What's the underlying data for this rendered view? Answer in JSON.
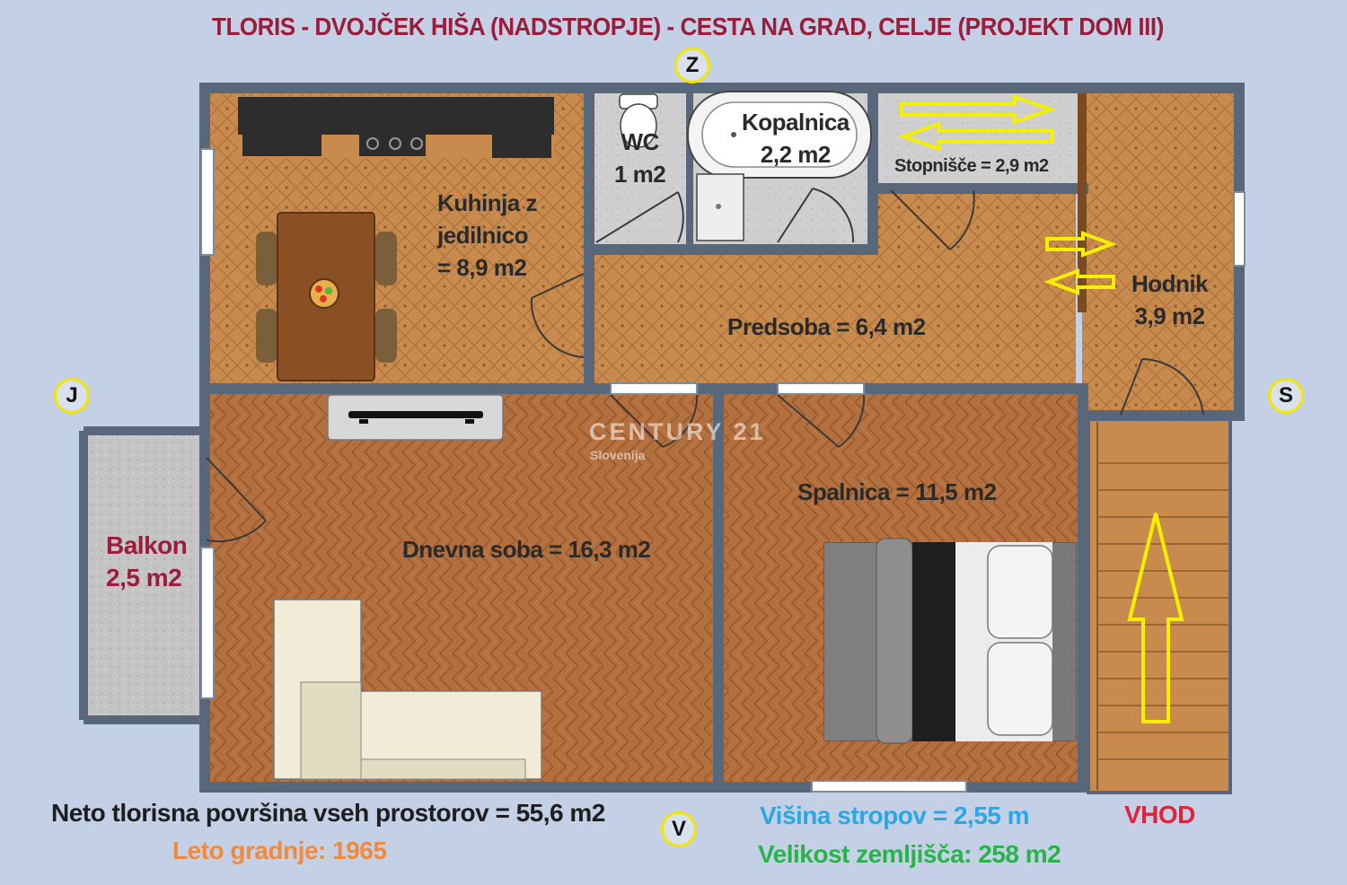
{
  "title": "TLORIS - DVOJČEK HIŠA (NADSTROPJE) - CESTA NA GRAD, CELJE (PROJEKT DOM III)",
  "compass": {
    "north": "Z",
    "south": "V",
    "west": "J",
    "east": "S"
  },
  "rooms": {
    "kitchen": [
      "Kuhinja z",
      "jedilnico",
      "= 8,9 m2"
    ],
    "wc": [
      "WC",
      "1 m2"
    ],
    "bathroom": [
      "Kopalnica",
      "2,2 m2"
    ],
    "stairwell": "Stopnišče = 2,9 m2",
    "hallway": [
      "Hodnik",
      "3,9 m2"
    ],
    "anteroom": "Predsoba = 6,4 m2",
    "living": "Dnevna soba = 16,3 m2",
    "bedroom": "Spalnica = 11,5 m2",
    "balcony": [
      "Balkon",
      "2,5 m2"
    ]
  },
  "entrance": "VHOD",
  "watermark": {
    "brand": "CENTURY 21",
    "sub": "Slovenija"
  },
  "footer": {
    "net_area": "Neto tlorisna površina vseh prostorov = 55,6 m2",
    "build_year": "Leto gradnje: 1965",
    "ceiling_height": "Višina stropov = 2,55 m",
    "plot_size": "Velikost zemljišča: 258 m2"
  },
  "colors": {
    "title": "#9a1d3a",
    "wall": "#58687a",
    "tile_floor": "#c98a4e",
    "parquet": "#b46f3e",
    "balcony": "#bdbdbd",
    "arrow": "#f5f000",
    "net_area": "#1e1e1e",
    "build_year": "#f08a3c",
    "ceiling_height": "#2aa8e6",
    "plot_size": "#2ab34a",
    "entrance": "#e0233a"
  }
}
